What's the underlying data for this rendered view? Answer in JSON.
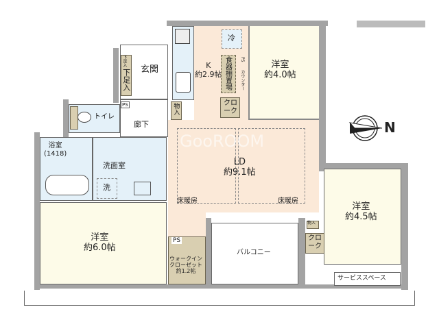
{
  "rooms": {
    "genkan": "玄関",
    "shoe_small": "下足入",
    "shoe": "下足入",
    "kitchen": "K",
    "kitchen_size": "約2.9帖",
    "fridge": "冷",
    "cupboard": "食器棚置場",
    "ps_kitchen": "PS",
    "counter_kitchen": "カウンター",
    "room_north_name": "洋室",
    "room_north_size": "約4.0帖",
    "closet_north": "クローク",
    "storage_kitchen": "物入",
    "ps_hall": "PS",
    "toilet": "トイレ",
    "hall": "廊下",
    "bath": "浴室",
    "bath_size": "(1418)",
    "washroom": "洗面室",
    "washer": "洗",
    "ld": "LD",
    "ld_size": "約9.1帖",
    "floor_heat_1": "床暖房",
    "floor_heat_2": "床暖房",
    "room_west_name": "洋室",
    "room_west_size": "約6.0帖",
    "ps_wic": "PS",
    "wic_1": "ウォークイン",
    "wic_2": "クローゼット",
    "wic_size": "約1.2帖",
    "balcony": "バルコニー",
    "room_south_name": "洋室",
    "room_south_size": "約4.5帖",
    "storage_south": "物入",
    "closet_south": "クローク",
    "service_space": "サービススペース"
  },
  "compass": {
    "label": "N"
  },
  "watermark": "GooROOM",
  "colors": {
    "wall": "#a3a3a3",
    "bedroom": "#fdfbe8",
    "living": "#fbe9d8",
    "wet": "#e4f1f9",
    "storage": "#d9cfb1"
  }
}
